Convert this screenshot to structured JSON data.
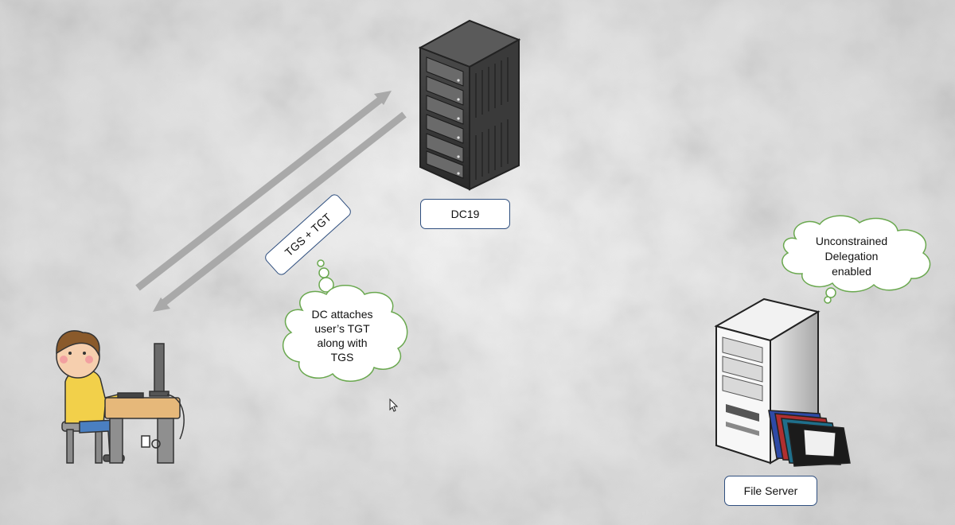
{
  "diagram": {
    "dc_label": "DC19",
    "file_server_label": "File Server",
    "arrow_label": "TGS + TGT",
    "dc_thought": [
      "DC attaches",
      "user’s TGT",
      "along with",
      "TGS"
    ],
    "fs_thought": [
      "Unconstrained",
      "Delegation",
      "enabled"
    ]
  },
  "icons": {
    "dc": "server-rack-icon",
    "file_server": "file-server-icon",
    "user": "user-at-computer-icon",
    "cursor": "mouse-cursor-icon"
  },
  "colors": {
    "label_border": "#2f4f7f",
    "thought_border": "#6aa84f",
    "arrow": "#a9a9a9"
  }
}
